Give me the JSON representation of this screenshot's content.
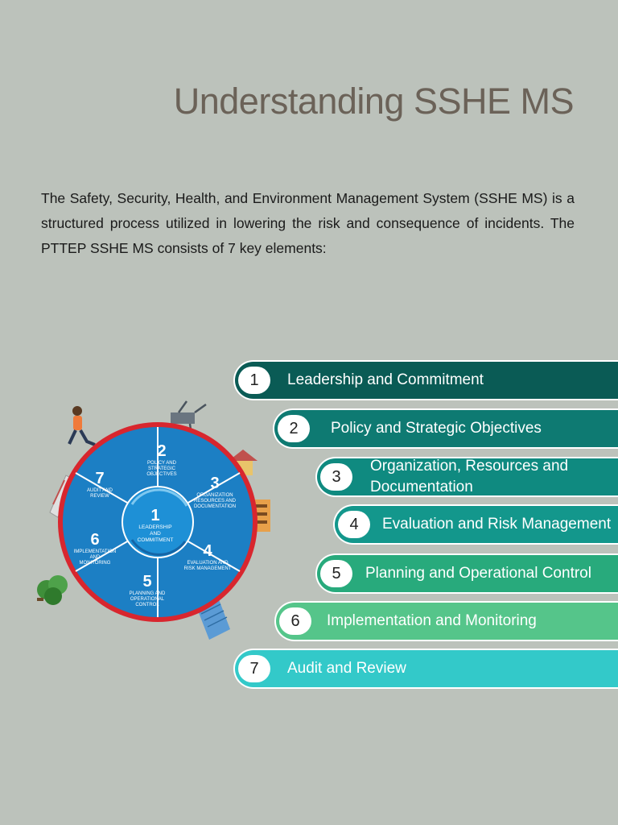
{
  "page": {
    "title": "Understanding SSHE MS"
  },
  "intro": "The Safety, Security, Health, and Environment Management System (SSHE MS) is a structured process utilized in lowering the risk and consequence of incidents. The PTTEP SSHE MS consists of 7 key elements:",
  "colors": {
    "el1": "#0a5b55",
    "el2": "#0e7a72",
    "el3": "#0f8a80",
    "el4": "#13978c",
    "el5": "#28aa7c",
    "el6": "#55c58a",
    "el7": "#33c9c9",
    "wheel_blue": "#1c7fc4",
    "wheel_ring": "#d8262e"
  },
  "elements": [
    {
      "number": "1",
      "label": "Leadership and Commitment"
    },
    {
      "number": "2",
      "label": "Policy and Strategic Objectives"
    },
    {
      "number": "3",
      "label": "Organization, Resources and\nDocumentation"
    },
    {
      "number": "4",
      "label": "Evaluation and Risk Management"
    },
    {
      "number": "5",
      "label": "Planning and Operational Control"
    },
    {
      "number": "6",
      "label": "Implementation and Monitoring"
    },
    {
      "number": "7",
      "label": "Audit and Review"
    }
  ],
  "wheel": {
    "center": {
      "number": "1",
      "label1": "LEADERSHIP",
      "label2": "AND",
      "label3": "COMMITMENT"
    },
    "segments": [
      {
        "number": "2",
        "line1": "POLICY AND",
        "line2": "STRATEGIC",
        "line3": "OBJECTIVES"
      },
      {
        "number": "3",
        "line1": "ORGANIZATION",
        "line2": "RESOURCES AND",
        "line3": "DOCUMENTATION"
      },
      {
        "number": "4",
        "line1": "EVALUATION AND",
        "line2": "RISK MANAGEMENT",
        "line3": ""
      },
      {
        "number": "5",
        "line1": "PLANNING AND",
        "line2": "OPERATIONAL",
        "line3": "CONTROL"
      },
      {
        "number": "6",
        "line1": "IMPLEMENTATION",
        "line2": "AND",
        "line3": "MONITORING"
      },
      {
        "number": "7",
        "line1": "AUDIT AND",
        "line2": "REVIEW",
        "line3": ""
      }
    ]
  }
}
